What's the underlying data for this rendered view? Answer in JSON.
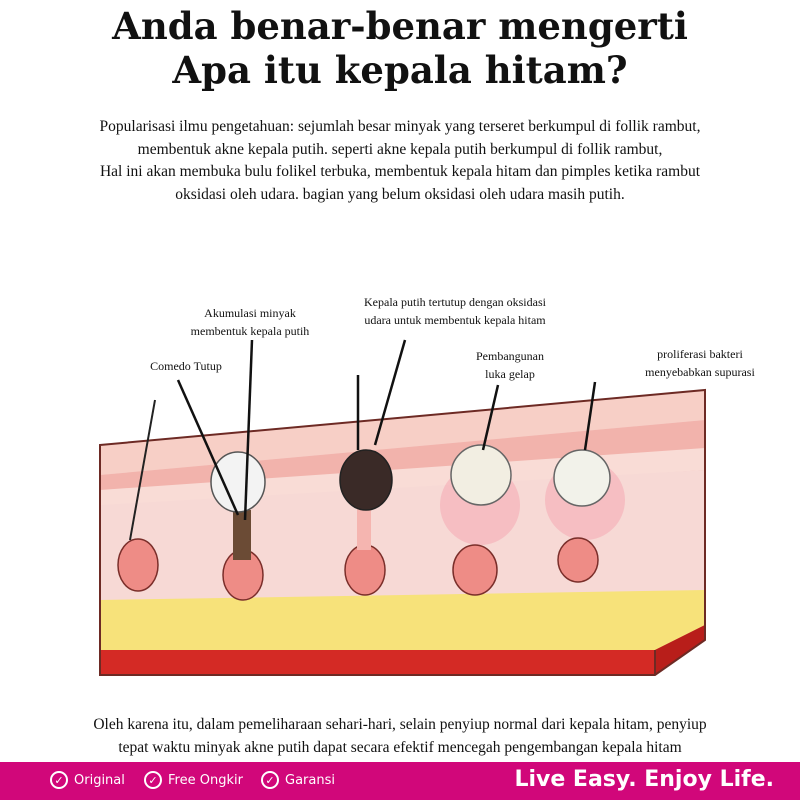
{
  "title": {
    "line1": "Anda benar-benar mengerti",
    "line2": "Apa itu kepala hitam?"
  },
  "intro": [
    "Popularisasi ilmu pengetahuan: sejumlah besar minyak yang terseret berkumpul di follik rambut,",
    "membentuk akne kepala putih. seperti akne kepala putih berkumpul di follik rambut,",
    "Hal ini akan membuka bulu folikel terbuka, membentuk kepala hitam dan pimples ketika rambut",
    "oksidasi oleh udara. bagian yang belum oksidasi oleh udara masih putih."
  ],
  "diagram": {
    "labels": [
      {
        "l1": "Comedo Tutup",
        "l2": ""
      },
      {
        "l1": "Akumulasi minyak",
        "l2": "membentuk kepala putih"
      },
      {
        "l1": "Kepala putih tertutup dengan oksidasi",
        "l2": "udara untuk membentuk kepala hitam"
      },
      {
        "l1": "Pembangunan",
        "l2": "luka gelap"
      },
      {
        "l1": "proliferasi bakteri",
        "l2": "menyebabkan supurasi"
      }
    ]
  },
  "outro": [
    "Oleh karena itu, dalam pemeliharaan sehari-hari, selain penyiup normal dari kepala hitam, penyiup",
    "tepat waktu minyak akne putih dapat secara efektif mencegah pengembangan kepala hitam"
  ],
  "footer": {
    "badges": [
      "Original",
      "Free Ongkir",
      "Garansi"
    ],
    "slogan": "Live Easy. Enjoy Life.",
    "color": "#d1077a"
  }
}
